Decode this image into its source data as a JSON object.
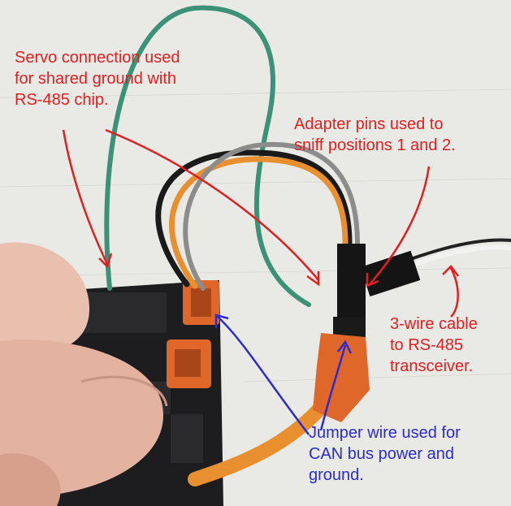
{
  "photo": {
    "description_colors": {
      "background": "#e9e9e6",
      "board": "#1d1d1f",
      "connector": "#e0672a",
      "wire_orange": "#e8902f",
      "wire_green": "#2f8a6e",
      "wire_black": "#1a1a1a",
      "skin": "#e7b9a4"
    }
  },
  "annotations": {
    "servo": "Servo connection used\nfor shared ground with\nRS-485 chip.",
    "adapter": "Adapter pins used to\nsniff positions 1 and 2.",
    "cable": "3-wire cable\nto RS-485\ntransceiver.",
    "jumper": "Jumper wire used for\nCAN bus power and\nground."
  },
  "annotation_colors": {
    "red": "#e02020",
    "blue": "#2b2bd0"
  }
}
